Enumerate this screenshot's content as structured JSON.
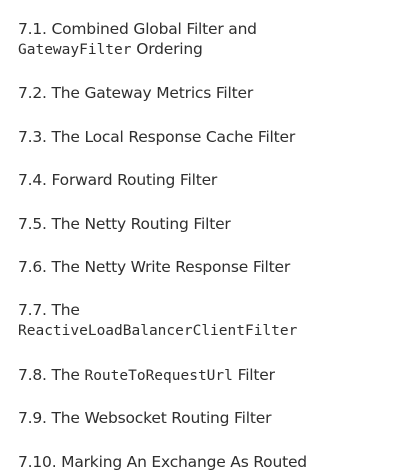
{
  "toc": {
    "items": [
      {
        "prefix": "7.1. Combined Global Filter and",
        "code": "GatewayFilter",
        "suffix": " Ordering"
      },
      {
        "text": "7.2. The Gateway Metrics Filter"
      },
      {
        "text": "7.3. The Local Response Cache Filter"
      },
      {
        "text": "7.4. Forward Routing Filter"
      },
      {
        "text": "7.5. The Netty Routing Filter"
      },
      {
        "text": "7.6. The Netty Write Response Filter"
      },
      {
        "prefix": "7.7. The",
        "code": "ReactiveLoadBalancerClientFilter"
      },
      {
        "prefix": "7.8. The ",
        "code": "RouteToRequestUrl",
        "suffix": " Filter"
      },
      {
        "text": "7.9. The Websocket Routing Filter"
      },
      {
        "text": "7.10. Marking An Exchange As Routed"
      }
    ]
  }
}
